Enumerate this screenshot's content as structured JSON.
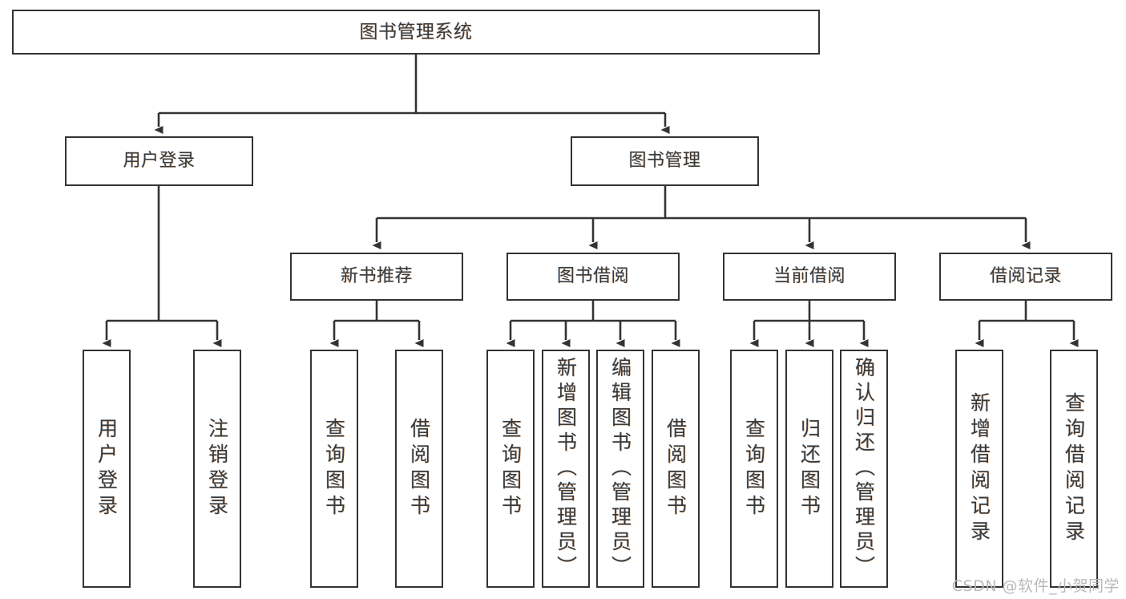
{
  "diagram": {
    "title": "图书管理系统",
    "type": "tree",
    "watermark": "CSDN @软件_小贺同学",
    "colors": {
      "background": "#ffffff",
      "box_border": "#333333",
      "box_fill": "#ffffff",
      "text": "#3a3a3a",
      "edge": "#333333",
      "watermark": "#b8b8b8"
    },
    "nodes": {
      "root": {
        "label": "图书管理系统"
      },
      "level2": [
        {
          "label": "用户登录"
        },
        {
          "label": "图书管理"
        }
      ],
      "level3": [
        {
          "label": "新书推荐"
        },
        {
          "label": "图书借阅"
        },
        {
          "label": "当前借阅"
        },
        {
          "label": "借阅记录"
        }
      ],
      "leaves": [
        {
          "label": "用户登录",
          "parent": "用户登录"
        },
        {
          "label": "注销登录",
          "parent": "用户登录"
        },
        {
          "label": "查询图书",
          "parent": "新书推荐"
        },
        {
          "label": "借阅图书",
          "parent": "新书推荐"
        },
        {
          "label": "查询图书",
          "parent": "图书借阅"
        },
        {
          "label": "新增图书（管理员）",
          "parent": "图书借阅"
        },
        {
          "label": "编辑图书（管理员）",
          "parent": "图书借阅"
        },
        {
          "label": "借阅图书",
          "parent": "图书借阅"
        },
        {
          "label": "查询图书",
          "parent": "当前借阅"
        },
        {
          "label": "归还图书",
          "parent": "当前借阅"
        },
        {
          "label": "确认归还（管理员）",
          "parent": "当前借阅"
        },
        {
          "label": "新增借阅记录",
          "parent": "借阅记录"
        },
        {
          "label": "查询借阅记录",
          "parent": "借阅记录"
        }
      ]
    }
  }
}
